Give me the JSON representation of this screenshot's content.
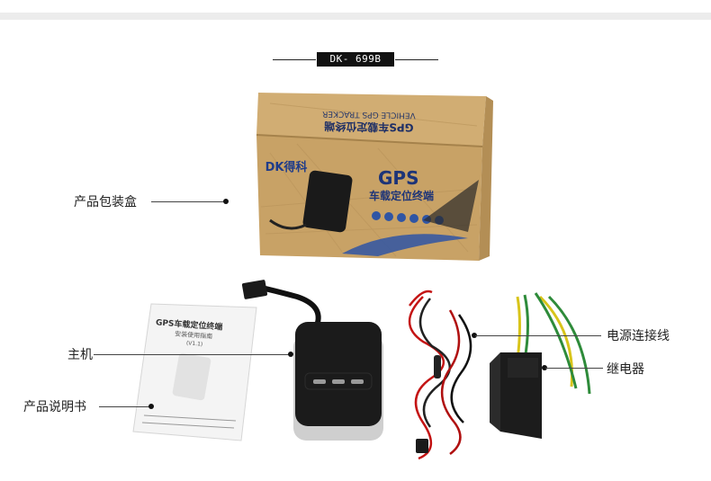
{
  "header": {
    "model": "DK- 699B"
  },
  "labels": {
    "box": "产品包装盒",
    "host": "主机",
    "manual": "产品说明书",
    "cable": "电源连接线",
    "relay": "继电器"
  },
  "packaging": {
    "brand": "DK得科",
    "gps": "GPS",
    "product": "车载定位终端",
    "top_text": "VEHICLE GPS TRACKER",
    "top_text_cn": "GPS车载定位终端"
  },
  "manual": {
    "title": "GPS车载定位终端",
    "subtitle": "安装使用指南",
    "version": "(V1.1)"
  },
  "colors": {
    "box": "#c9a46a",
    "box_dark": "#a9844c",
    "device": "#1b1b1b",
    "accent_blue": "#2f55a4"
  }
}
